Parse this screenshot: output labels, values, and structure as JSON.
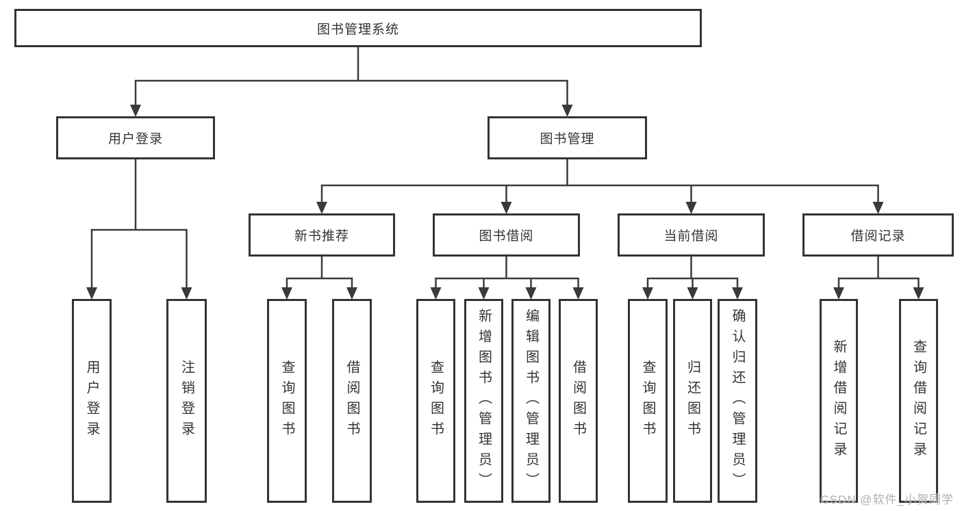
{
  "diagram": {
    "title": "图书管理系统",
    "watermark": "CSDN @软件_小贺同学",
    "colors": {
      "background": "#ffffff",
      "line": "#3a3a3a",
      "border": "#333333",
      "text": "#333333",
      "watermark": "#a8a8a8"
    },
    "nodes": [
      {
        "id": "root",
        "parent": null,
        "label": "图书管理系统"
      },
      {
        "id": "user-login",
        "parent": "root",
        "label": "用户登录"
      },
      {
        "id": "book-mgmt",
        "parent": "root",
        "label": "图书管理"
      },
      {
        "id": "leaf-user-login",
        "parent": "user-login",
        "label": "用户登录"
      },
      {
        "id": "leaf-logout",
        "parent": "user-login",
        "label": "注销登录"
      },
      {
        "id": "new-book-rec",
        "parent": "book-mgmt",
        "label": "新书推荐"
      },
      {
        "id": "book-borrow",
        "parent": "book-mgmt",
        "label": "图书借阅"
      },
      {
        "id": "current-borrow",
        "parent": "book-mgmt",
        "label": "当前借阅"
      },
      {
        "id": "borrow-record",
        "parent": "book-mgmt",
        "label": "借阅记录"
      },
      {
        "id": "rec-query-book",
        "parent": "new-book-rec",
        "label": "查询图书"
      },
      {
        "id": "rec-borrow-book",
        "parent": "new-book-rec",
        "label": "借阅图书"
      },
      {
        "id": "bb-query-book",
        "parent": "book-borrow",
        "label": "查询图书"
      },
      {
        "id": "bb-add-book",
        "parent": "book-borrow",
        "label": "新增图书（管理员）"
      },
      {
        "id": "bb-edit-book",
        "parent": "book-borrow",
        "label": "编辑图书（管理员）"
      },
      {
        "id": "bb-borrow-book",
        "parent": "book-borrow",
        "label": "借阅图书"
      },
      {
        "id": "cb-query-book",
        "parent": "current-borrow",
        "label": "查询图书"
      },
      {
        "id": "cb-return-book",
        "parent": "current-borrow",
        "label": "归还图书"
      },
      {
        "id": "cb-confirm-return",
        "parent": "current-borrow",
        "label": "确认归还（管理员）"
      },
      {
        "id": "br-add-record",
        "parent": "borrow-record",
        "label": "新增借阅记录"
      },
      {
        "id": "br-query-record",
        "parent": "borrow-record",
        "label": "查询借阅记录"
      }
    ]
  }
}
